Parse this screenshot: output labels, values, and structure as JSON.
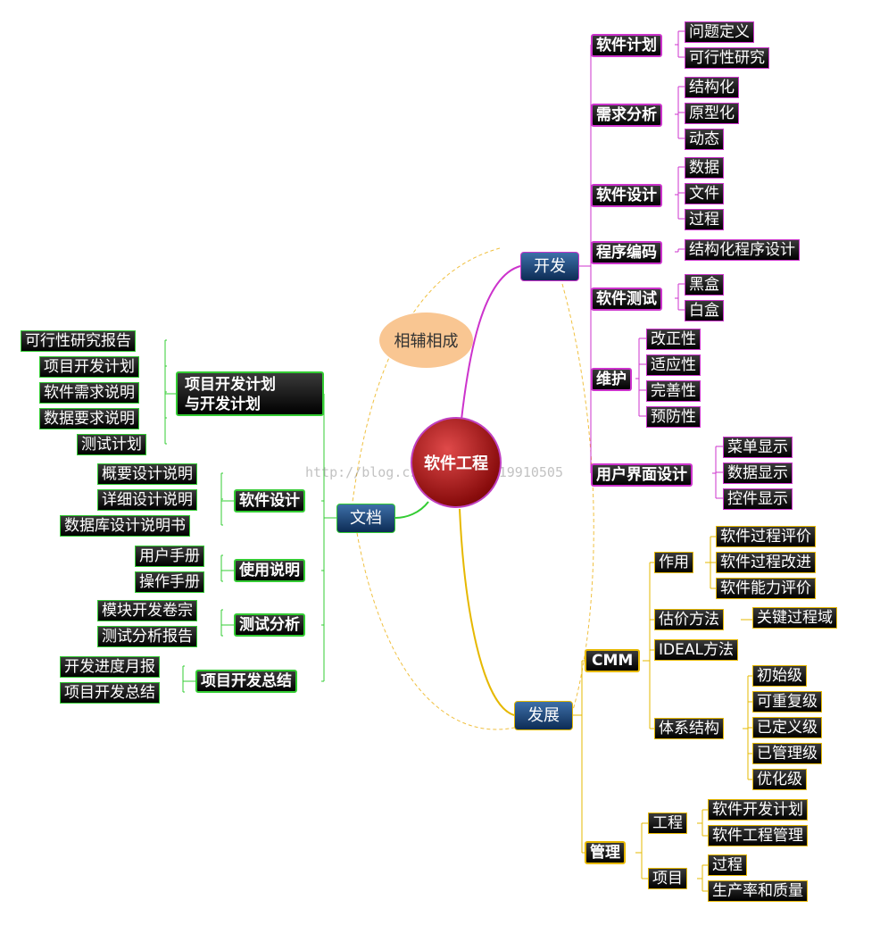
{
  "center": "软件工程",
  "bubble": "相辅相成",
  "watermark": "http://blog.csdn.net/xdd19910505",
  "colors": {
    "dev": "#cc33cc",
    "doc": "#33cc33",
    "evo": "#e6b800",
    "dashed": "#f0c040"
  },
  "main": {
    "dev": "开发",
    "doc": "文档",
    "evo": "发展"
  },
  "dev": [
    {
      "label": "软件计划",
      "items": [
        "问题定义",
        "可行性研究"
      ]
    },
    {
      "label": "需求分析",
      "items": [
        "结构化",
        "原型化",
        "动态"
      ]
    },
    {
      "label": "软件设计",
      "items": [
        "数据",
        "文件",
        "过程"
      ]
    },
    {
      "label": "程序编码",
      "items": [
        "结构化程序设计"
      ]
    },
    {
      "label": "软件测试",
      "items": [
        "黑盒",
        "白盒"
      ]
    },
    {
      "label": "维护",
      "items": [
        "改正性",
        "适应性",
        "完善性",
        "预防性"
      ]
    },
    {
      "label": "用户界面设计",
      "items": [
        "菜单显示",
        "数据显示",
        "控件显示"
      ]
    }
  ],
  "doc": [
    {
      "label": "项目开发计划",
      "label2": "与开发计划",
      "items": [
        "可行性研究报告",
        "项目开发计划",
        "软件需求说明",
        "数据要求说明",
        "测试计划"
      ]
    },
    {
      "label": "软件设计",
      "items": [
        "概要设计说明",
        "详细设计说明",
        "数据库设计说明书"
      ]
    },
    {
      "label": "使用说明",
      "items": [
        "用户手册",
        "操作手册"
      ]
    },
    {
      "label": "测试分析",
      "items": [
        "模块开发卷宗",
        "测试分析报告"
      ]
    },
    {
      "label": "项目开发总结",
      "items": [
        "开发进度月报",
        "项目开发总结"
      ]
    }
  ],
  "evo": {
    "cmm": {
      "label": "CMM",
      "children": [
        {
          "label": "作用",
          "items": [
            "软件过程评价",
            "软件过程改进",
            "软件能力评价"
          ]
        },
        {
          "label": "估价方法",
          "items": [
            "关键过程域"
          ]
        },
        {
          "label": "IDEAL方法",
          "items": []
        },
        {
          "label": "体系结构",
          "items": [
            "初始级",
            "可重复级",
            "已定义级",
            "已管理级",
            "优化级"
          ]
        }
      ]
    },
    "mgmt": {
      "label": "管理",
      "children": [
        {
          "label": "工程",
          "items": [
            "软件开发计划",
            "软件工程管理"
          ]
        },
        {
          "label": "项目",
          "items": [
            "过程",
            "生产率和质量"
          ]
        }
      ]
    }
  }
}
